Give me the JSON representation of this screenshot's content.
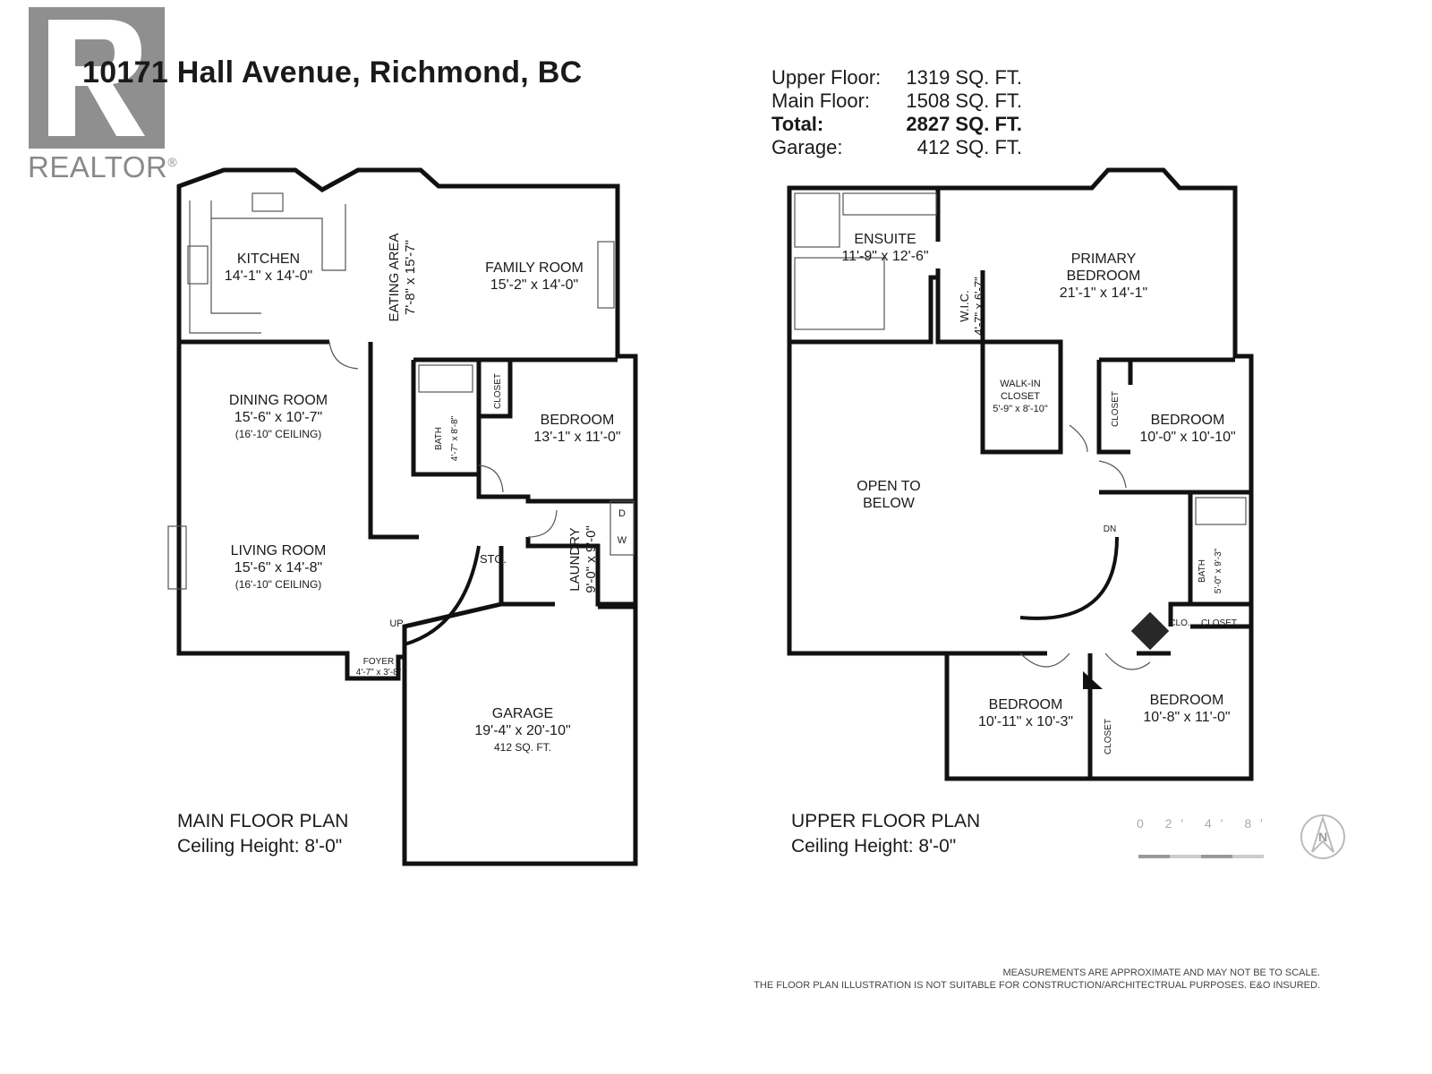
{
  "header": {
    "title": "10171 Hall Avenue, Richmond, BC",
    "logo_text": "REALTOR",
    "logo_mark": "®"
  },
  "summary": [
    {
      "label": "Upper Floor:",
      "value": "1319 SQ. FT.",
      "bold": false
    },
    {
      "label": "Main Floor:",
      "value": "1508 SQ. FT.",
      "bold": false
    },
    {
      "label": "Total:",
      "value": "2827 SQ. FT.",
      "bold": true
    },
    {
      "label": "Garage:",
      "value": "412 SQ. FT.",
      "bold": false
    }
  ],
  "main_floor": {
    "plan_title": "MAIN FLOOR PLAN",
    "ceiling": "Ceiling Height: 8'-0\"",
    "rooms": {
      "kitchen": {
        "name": "KITCHEN",
        "dims": "14'-1\" x 14'-0\""
      },
      "eating": {
        "name": "EATING AREA",
        "dims": "7'-8\" x 15'-7\""
      },
      "family": {
        "name": "FAMILY ROOM",
        "dims": "15'-2\" x 14'-0\""
      },
      "dining": {
        "name": "DINING ROOM",
        "dims": "15'-6\" x 10'-7\"",
        "note": "(16'-10\" CEILING)"
      },
      "living": {
        "name": "LIVING ROOM",
        "dims": "15'-6\" x 14'-8\"",
        "note": "(16'-10\" CEILING)"
      },
      "bedroom": {
        "name": "BEDROOM",
        "dims": "13'-1\" x 11'-0\""
      },
      "bath": {
        "name": "BATH",
        "dims": "4'-7\" x 8'-8\""
      },
      "closet": {
        "name": "CLOSET"
      },
      "laundry": {
        "name": "LAUNDRY",
        "dims": "9'-0\" x 9'-0\""
      },
      "storage": {
        "name": "STO."
      },
      "foyer": {
        "name": "FOYER",
        "dims": "4'-7\" x 3'-8\""
      },
      "garage": {
        "name": "GARAGE",
        "dims": "19'-4\" x 20'-10\"",
        "area": "412 SQ. FT."
      },
      "up": "UP",
      "washer": "W",
      "dryer": "D"
    }
  },
  "upper_floor": {
    "plan_title": "UPPER FLOOR PLAN",
    "ceiling": "Ceiling Height: 8'-0\"",
    "rooms": {
      "ensuite": {
        "name": "ENSUITE",
        "dims": "11'-9\" x 12'-6\""
      },
      "wic": {
        "name": "W.I.C.",
        "dims": "4'-7\" x 6'-7\""
      },
      "primary": {
        "name": "PRIMARY",
        "name2": "BEDROOM",
        "dims": "21'-1\" x 14'-1\""
      },
      "walkin": {
        "name": "WALK-IN",
        "name2": "CLOSET",
        "dims": "5'-9\" x 8'-10\""
      },
      "bedroom2": {
        "name": "BEDROOM",
        "dims": "10'-0\" x 10'-10\""
      },
      "closet_a": {
        "name": "CLOSET"
      },
      "open": {
        "name": "OPEN TO",
        "name2": "BELOW"
      },
      "bath2": {
        "name": "BATH",
        "dims": "5'-0\" x 9'-3\""
      },
      "clo": {
        "name": "CLO."
      },
      "closet_b": {
        "name": "CLOSET"
      },
      "bedroom3": {
        "name": "BEDROOM",
        "dims": "10'-11\" x 10'-3\""
      },
      "bedroom4": {
        "name": "BEDROOM",
        "dims": "10'-8\" x 11'-0\""
      },
      "closet_c": {
        "name": "CLOSET"
      },
      "dn": "DN"
    }
  },
  "scale": {
    "ticks": "0 2' 4' 8'"
  },
  "north": "N",
  "disclaimer": {
    "line1": "MEASUREMENTS ARE APPROXIMATE AND MAY NOT BE TO SCALE.",
    "line2": "THE FLOOR PLAN ILLUSTRATION IS NOT SUITABLE FOR CONSTRUCTION/ARCHITECTRUAL PURPOSES. E&O INSURED."
  }
}
